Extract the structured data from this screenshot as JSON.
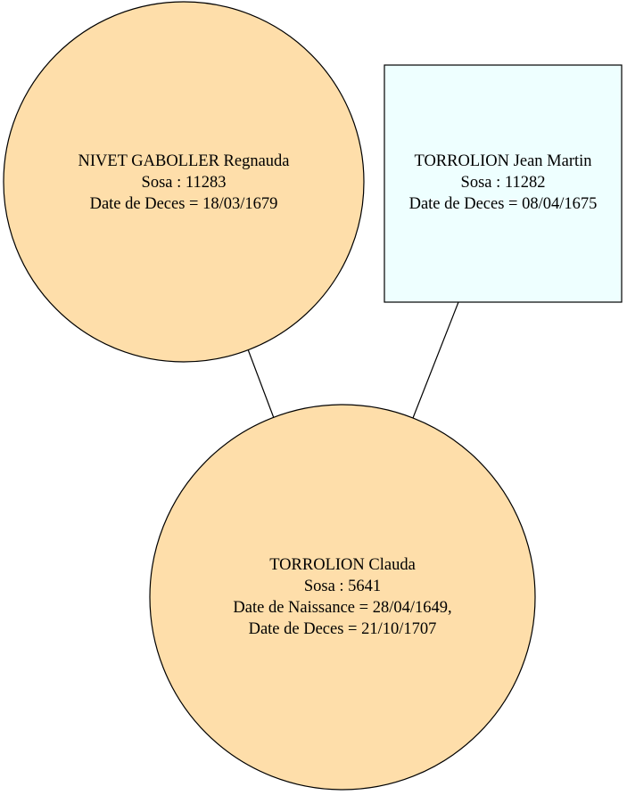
{
  "colors": {
    "female_fill": "#fedeaa",
    "male_fill": "#eeffff",
    "stroke": "#000000"
  },
  "nodes": [
    {
      "id": "nivet",
      "shape": "circle",
      "lines": [
        "NIVET GABOLLER Regnauda",
        "Sosa : 11283",
        "Date de Deces = 18/03/1679"
      ]
    },
    {
      "id": "jean",
      "shape": "box",
      "lines": [
        "TORROLION Jean Martin",
        "Sosa : 11282",
        "Date de Deces = 08/04/1675"
      ]
    },
    {
      "id": "clauda",
      "shape": "circle",
      "lines": [
        "TORROLION Clauda",
        "Sosa : 5641",
        "Date de Naissance = 28/04/1649,",
        "Date de Deces = 21/10/1707"
      ]
    }
  ],
  "edges": [
    {
      "from": "nivet",
      "to": "clauda"
    },
    {
      "from": "jean",
      "to": "clauda"
    }
  ]
}
